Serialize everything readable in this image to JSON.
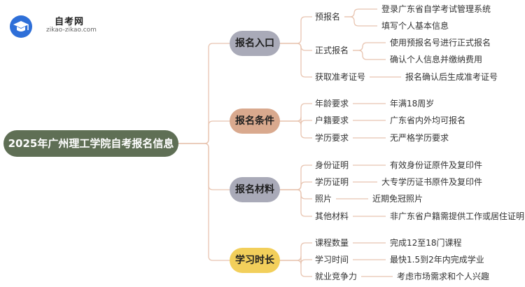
{
  "logo": {
    "name": "自考网",
    "url_text": "zikao-zikao.com",
    "icon": "graduation-cap-icon"
  },
  "root": {
    "label": "2025年广州理工学院自考报名信息",
    "color": "#5f6f55"
  },
  "line_color": "#e8c4b0",
  "categories": [
    {
      "label": "报名入口",
      "color": "#a9aab8",
      "children": [
        {
          "label": "预报名",
          "leaves": [
            "登录广东省自学考试管理系统",
            "填写个人基本信息"
          ]
        },
        {
          "label": "正式报名",
          "leaves": [
            "使用预报名号进行正式报名",
            "确认个人信息并缴纳费用"
          ]
        },
        {
          "label": "获取准考证号",
          "leaves": [
            "报名确认后生成准考证号"
          ]
        }
      ]
    },
    {
      "label": "报名条件",
      "color": "#d9a98e",
      "children": [
        {
          "label": "年龄要求",
          "leaves": [
            "年满18周岁"
          ]
        },
        {
          "label": "户籍要求",
          "leaves": [
            "广东省内外均可报名"
          ]
        },
        {
          "label": "学历要求",
          "leaves": [
            "无严格学历要求"
          ]
        }
      ]
    },
    {
      "label": "报名材料",
      "color": "#a9aab8",
      "children": [
        {
          "label": "身份证明",
          "leaves": [
            "有效身份证原件及复印件"
          ]
        },
        {
          "label": "学历证明",
          "leaves": [
            "大专学历证书原件及复印件"
          ]
        },
        {
          "label": "照片",
          "leaves": [
            "近期免冠照片"
          ]
        },
        {
          "label": "其他材料",
          "leaves": [
            "非广东省户籍需提供工作或居住证明"
          ]
        }
      ]
    },
    {
      "label": "学习时长",
      "color": "#f2cf5b",
      "children": [
        {
          "label": "课程数量",
          "leaves": [
            "完成12至18门课程"
          ]
        },
        {
          "label": "学习时间",
          "leaves": [
            "最快1.5到2年内完成学业"
          ]
        },
        {
          "label": "就业竞争力",
          "leaves": [
            "考虑市场需求和个人兴趣"
          ]
        }
      ]
    }
  ]
}
